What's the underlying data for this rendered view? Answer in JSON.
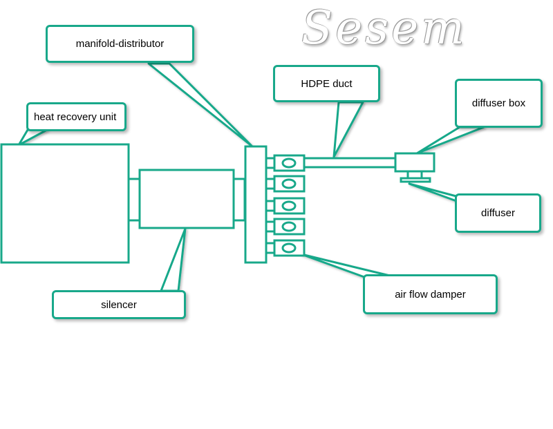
{
  "logo": {
    "text": "Sesem"
  },
  "labels": {
    "manifold": "manifold-distributor",
    "hdpe": "HDPE duct",
    "diffuser_box": "diffuser box",
    "heat_recovery": "heat recovery unit",
    "diffuser": "diffuser",
    "silencer": "silencer",
    "damper": "air flow damper"
  },
  "colors": {
    "accent": "#18a88a",
    "background": "#ffffff"
  }
}
